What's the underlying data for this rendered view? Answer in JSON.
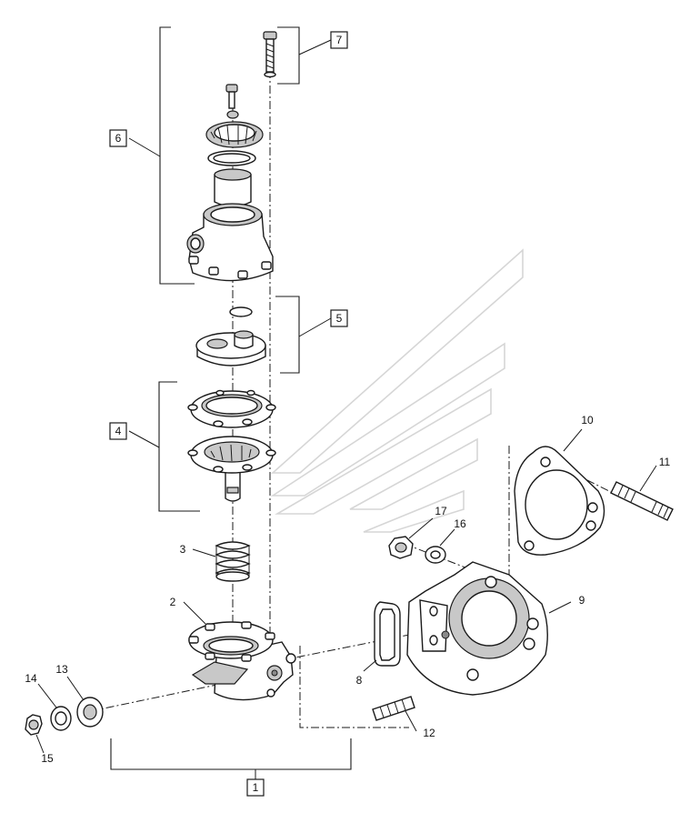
{
  "diagram": {
    "callouts": [
      {
        "id": "c1",
        "text": "1"
      },
      {
        "id": "c2",
        "text": "2"
      },
      {
        "id": "c3",
        "text": "3"
      },
      {
        "id": "c4",
        "text": "4"
      },
      {
        "id": "c5",
        "text": "5"
      },
      {
        "id": "c6",
        "text": "6"
      },
      {
        "id": "c7",
        "text": "7"
      },
      {
        "id": "c8",
        "text": "8"
      },
      {
        "id": "c9",
        "text": "9"
      },
      {
        "id": "c10",
        "text": "10"
      },
      {
        "id": "c11",
        "text": "11"
      },
      {
        "id": "c12",
        "text": "12"
      },
      {
        "id": "c13",
        "text": "13"
      },
      {
        "id": "c14",
        "text": "14"
      },
      {
        "id": "c15",
        "text": "15"
      },
      {
        "id": "c16",
        "text": "16"
      },
      {
        "id": "c17",
        "text": "17"
      }
    ]
  }
}
